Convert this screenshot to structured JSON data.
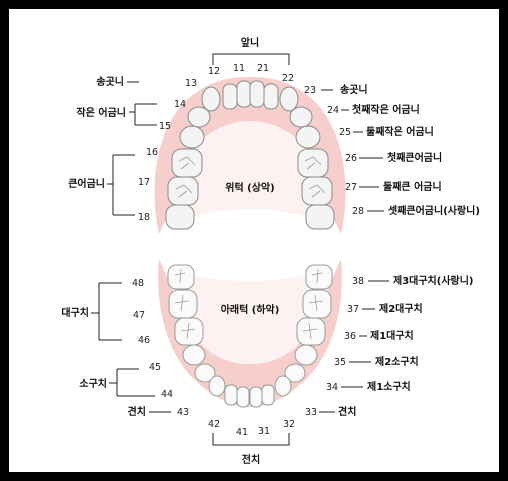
{
  "upper_jaw": {
    "title": "위턱 (상악)",
    "front_group": "앞니",
    "top_numbers": [
      "12",
      "11",
      "21",
      "22"
    ],
    "left": {
      "canine": {
        "label": "송곳니",
        "num": "13"
      },
      "premolars": {
        "label": "작은 어금니",
        "nums": [
          "14",
          "15"
        ]
      },
      "molars": {
        "label": "큰어금니",
        "nums": [
          "16",
          "17",
          "18"
        ]
      }
    },
    "right": [
      {
        "num": "23",
        "label": "송곳니"
      },
      {
        "num": "24",
        "label": "첫째작은 어금니"
      },
      {
        "num": "25",
        "label": "둘째작은 어금니"
      },
      {
        "num": "26",
        "label": "첫째큰어금니"
      },
      {
        "num": "27",
        "label": "둘째큰 어금니"
      },
      {
        "num": "28",
        "label": "셋째큰어금니(사랑니)"
      }
    ]
  },
  "lower_jaw": {
    "title": "아래턱 (하악)",
    "front_group": "전치",
    "bottom_numbers": [
      "42",
      "41",
      "31",
      "32"
    ],
    "left": {
      "molars": {
        "label": "대구치",
        "nums": [
          "48",
          "47",
          "46"
        ]
      },
      "premolars": {
        "label": "소구치",
        "nums": [
          "45",
          "44"
        ]
      },
      "canine": {
        "label": "견치",
        "num": "43"
      }
    },
    "right": [
      {
        "num": "38",
        "label": "제3대구치(사랑니)"
      },
      {
        "num": "37",
        "label": "제2대구치"
      },
      {
        "num": "36",
        "label": "제1대구치"
      },
      {
        "num": "35",
        "label": "제2소구치"
      },
      {
        "num": "34",
        "label": "제1소구치"
      },
      {
        "num": "33",
        "label": "견치"
      }
    ]
  },
  "colors": {
    "gum": "#f6cfcc",
    "gum_inner": "#fbe6e4",
    "tooth": "#f4f4f4",
    "outline": "#8a8a8a",
    "frame": "#000000"
  }
}
